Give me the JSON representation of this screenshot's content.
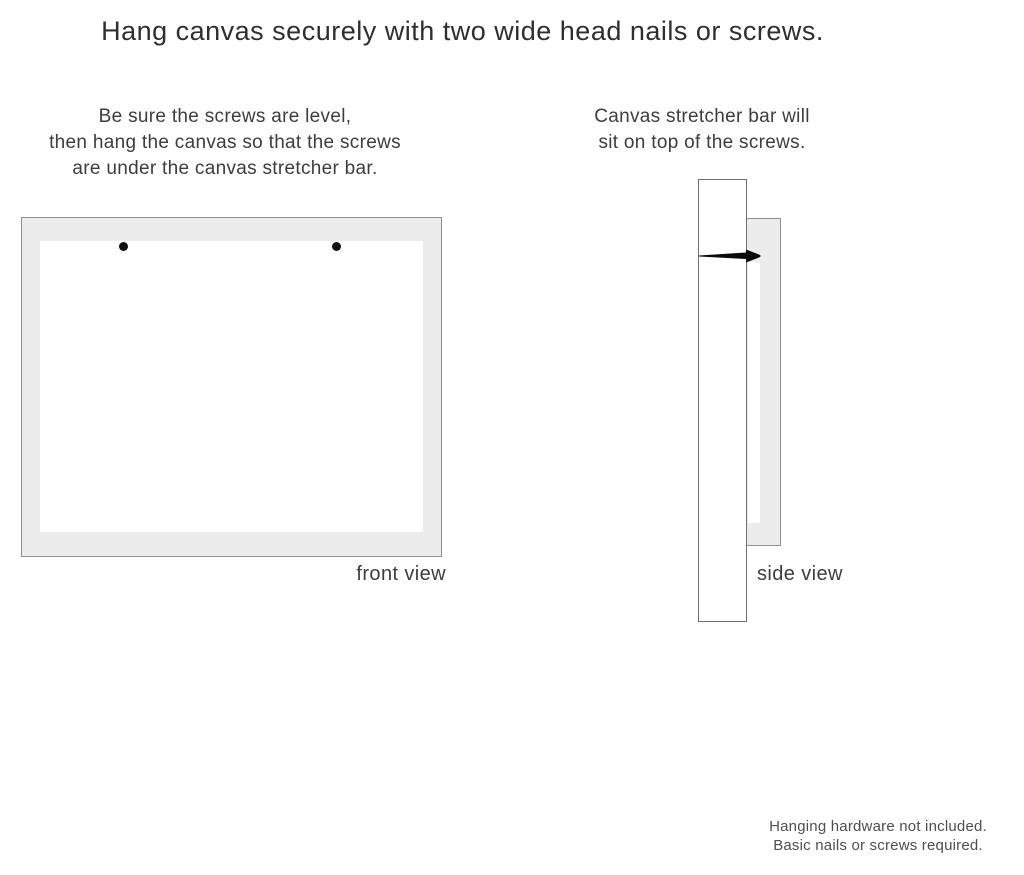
{
  "title": "Hang canvas securely with two wide head nails or screws.",
  "instructions": {
    "front": {
      "lines": [
        "Be sure the screws are level,",
        "then hang the canvas so that the screws",
        "are under the canvas stretcher bar."
      ]
    },
    "side": {
      "lines": [
        "Canvas stretcher bar will",
        "sit on top of the screws."
      ]
    }
  },
  "labels": {
    "front_view": "front view",
    "side_view": "side view"
  },
  "footnote": {
    "lines": [
      "Hanging hardware not included.",
      "Basic nails or screws required."
    ]
  },
  "colors": {
    "background": "#ffffff",
    "canvas_fill": "#ececec",
    "canvas_border": "#8f8f8f",
    "wall_border": "#6e6e6e",
    "nail": "#0a0a0a",
    "screw_dot": "#111111",
    "title_text": "#2f2f2f",
    "body_text": "#3d3d3d",
    "label_text": "#3d3d3d",
    "footnote_text": "#4f4f4f"
  }
}
